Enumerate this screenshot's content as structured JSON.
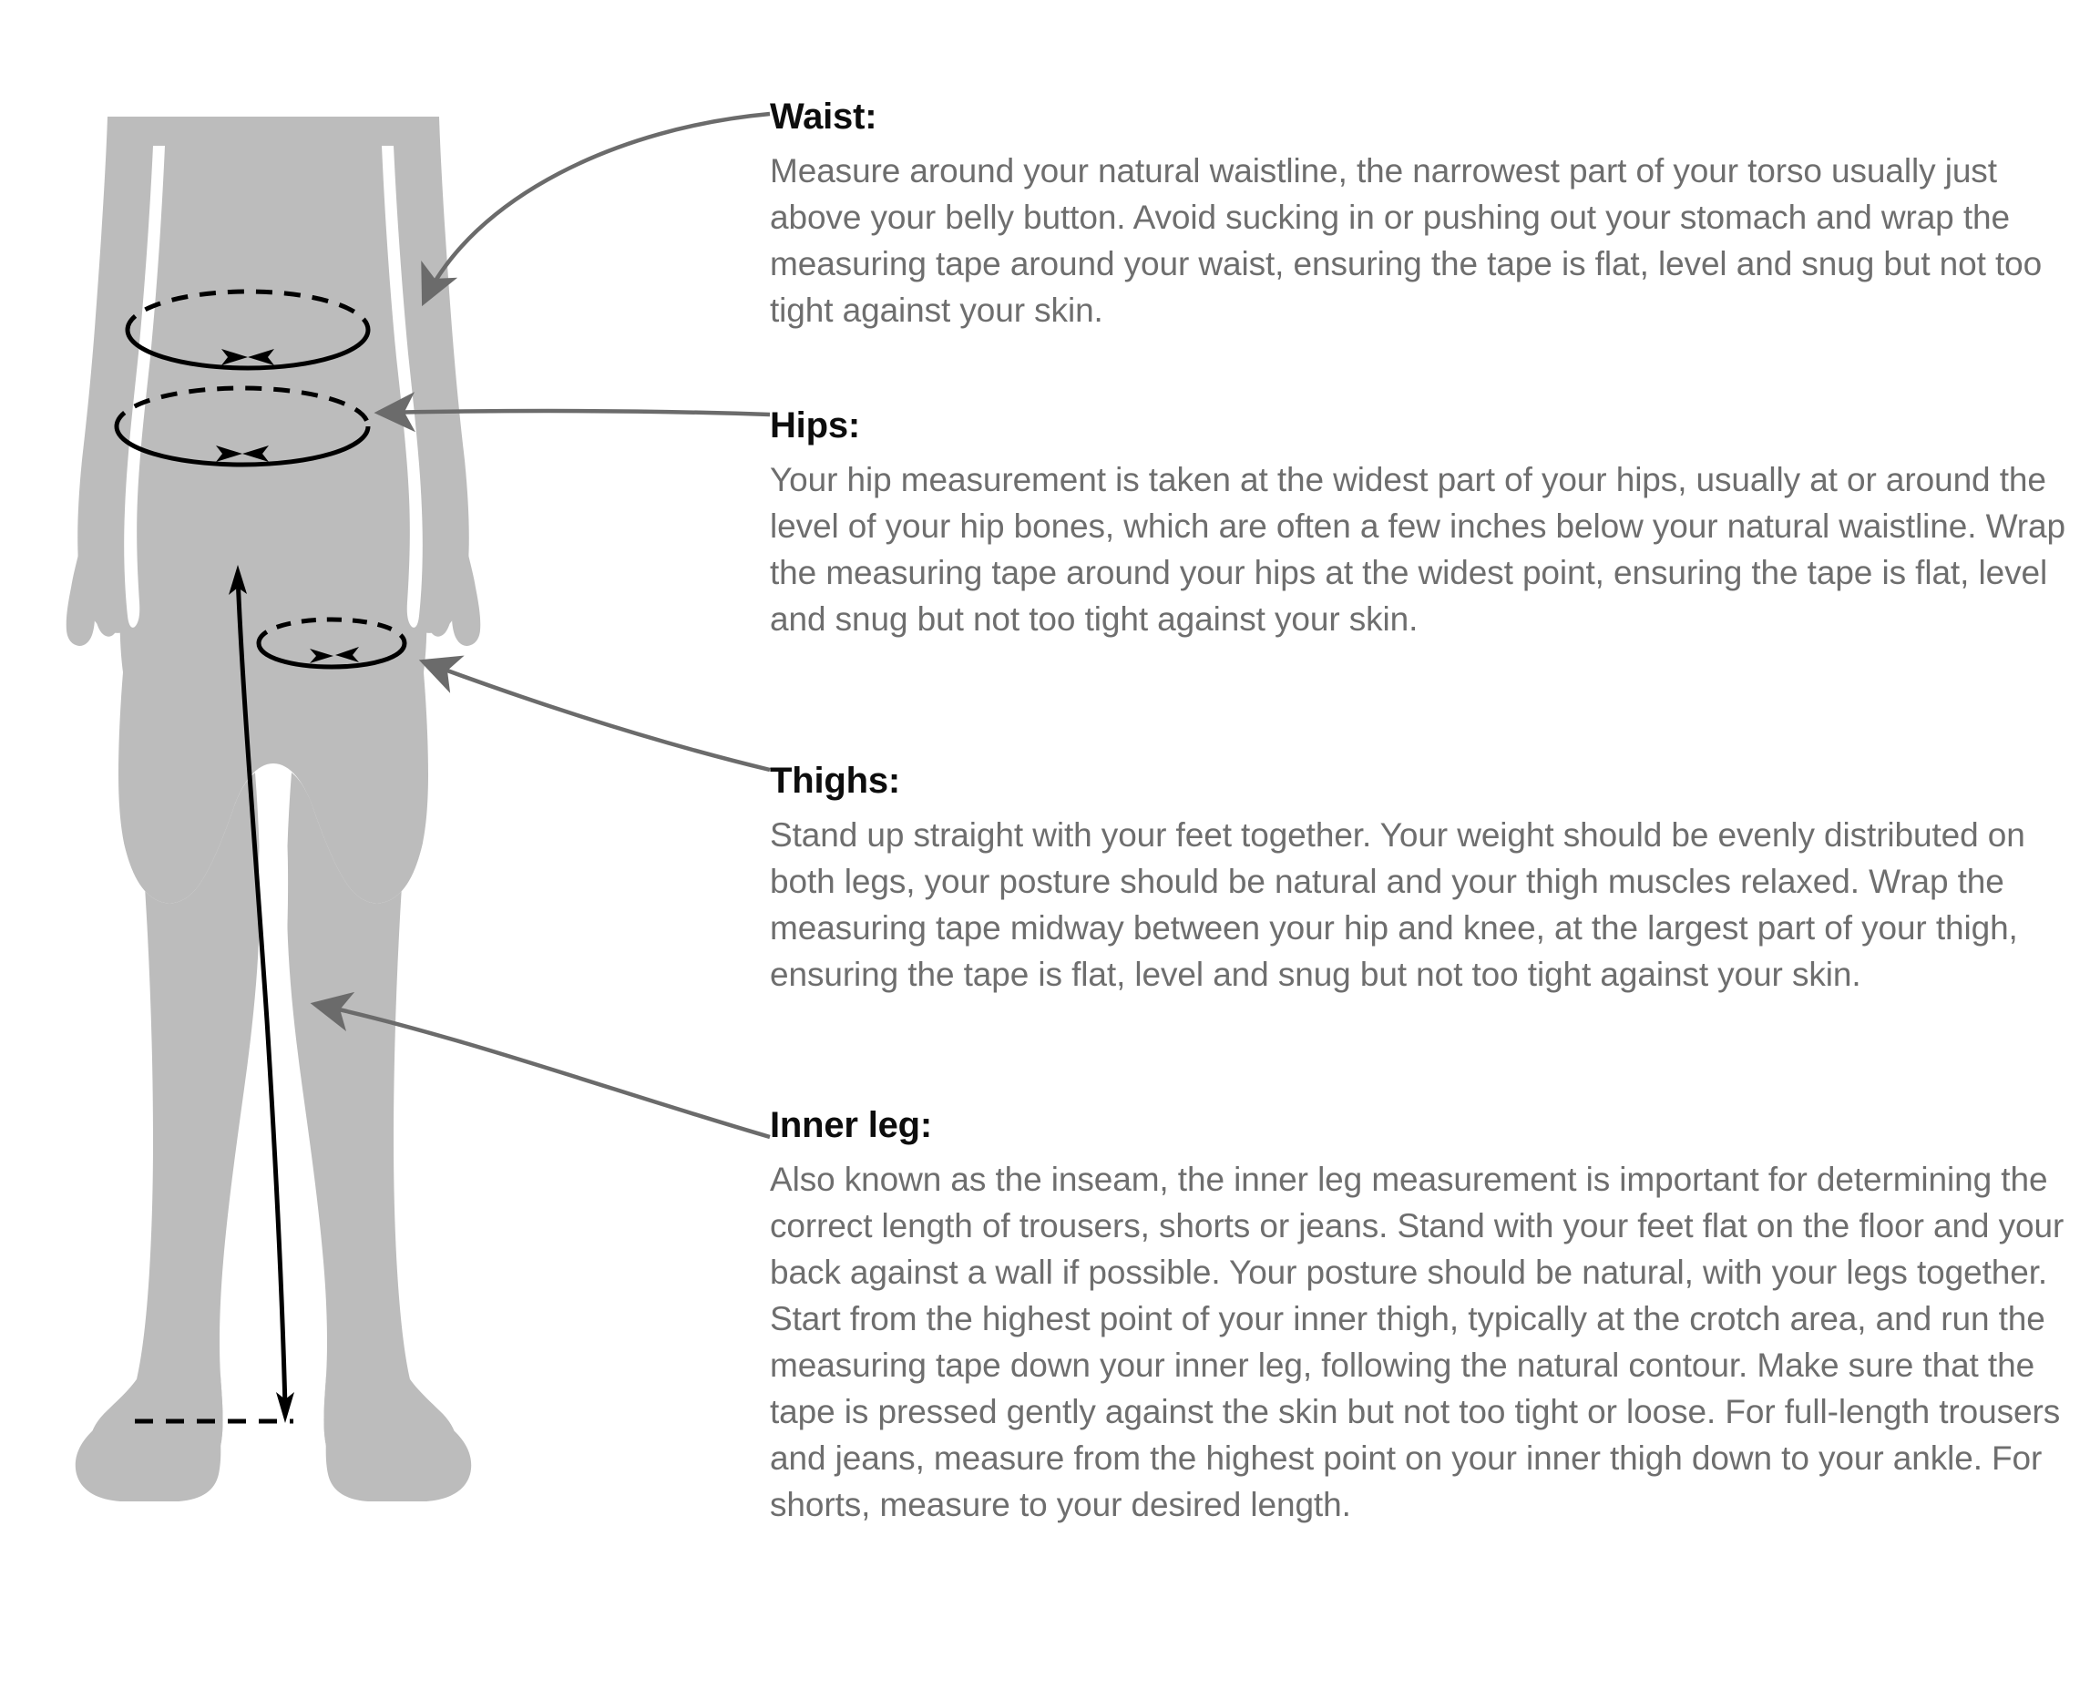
{
  "figure": {
    "alt_name": "male-body-silhouette",
    "body_color": "#bcbcbc",
    "line_color": "#000000",
    "leader_color": "#6b6b6b",
    "measurements": [
      {
        "id": "waist",
        "label": "waist-measuring-tape-ring"
      },
      {
        "id": "hips",
        "label": "hips-measuring-tape-ring"
      },
      {
        "id": "thighs",
        "label": "thigh-measuring-tape-ring"
      },
      {
        "id": "inner-leg",
        "label": "inner-leg-measuring-arrow"
      }
    ]
  },
  "sections": [
    {
      "id": "waist",
      "heading": "Waist:",
      "body": "Measure around your natural waistline, the narrowest part of your torso usually just above your belly button. Avoid sucking in or pushing out your stomach and wrap the measuring tape around your waist, ensuring the tape is flat, level and snug but not too tight against your skin."
    },
    {
      "id": "hips",
      "heading": "Hips:",
      "body": "Your hip measurement is taken at the widest part of your hips, usually at or around the level of your hip bones, which are often a few inches below your natural waistline. Wrap the measuring tape around your hips at the widest point, ensuring the tape is flat, level and snug but not too tight against your skin."
    },
    {
      "id": "thighs",
      "heading": "Thighs:",
      "body": "Stand up straight with your feet together. Your weight should be evenly distributed on both legs, your posture should be natural and your thigh muscles relaxed. Wrap the measuring tape midway between your hip and knee, at the largest part of your thigh, ensuring the tape is flat, level and snug but not too tight against your skin."
    },
    {
      "id": "inner-leg",
      "heading": "Inner leg:",
      "body": "Also known as the inseam, the inner leg measurement is important for determining the correct length of trousers, shorts or jeans. Stand with your feet flat on the floor and your back against a wall if possible. Your posture should be natural, with your legs together. Start from the highest point of your inner thigh, typically at the crotch area, and run the measuring tape down your inner leg, following the natural contour. Make sure that the tape is pressed gently against the skin but not too tight or loose. For full-length trousers and jeans, measure from the highest point on your inner thigh down to your ankle. For shorts, measure to your desired length."
    }
  ]
}
